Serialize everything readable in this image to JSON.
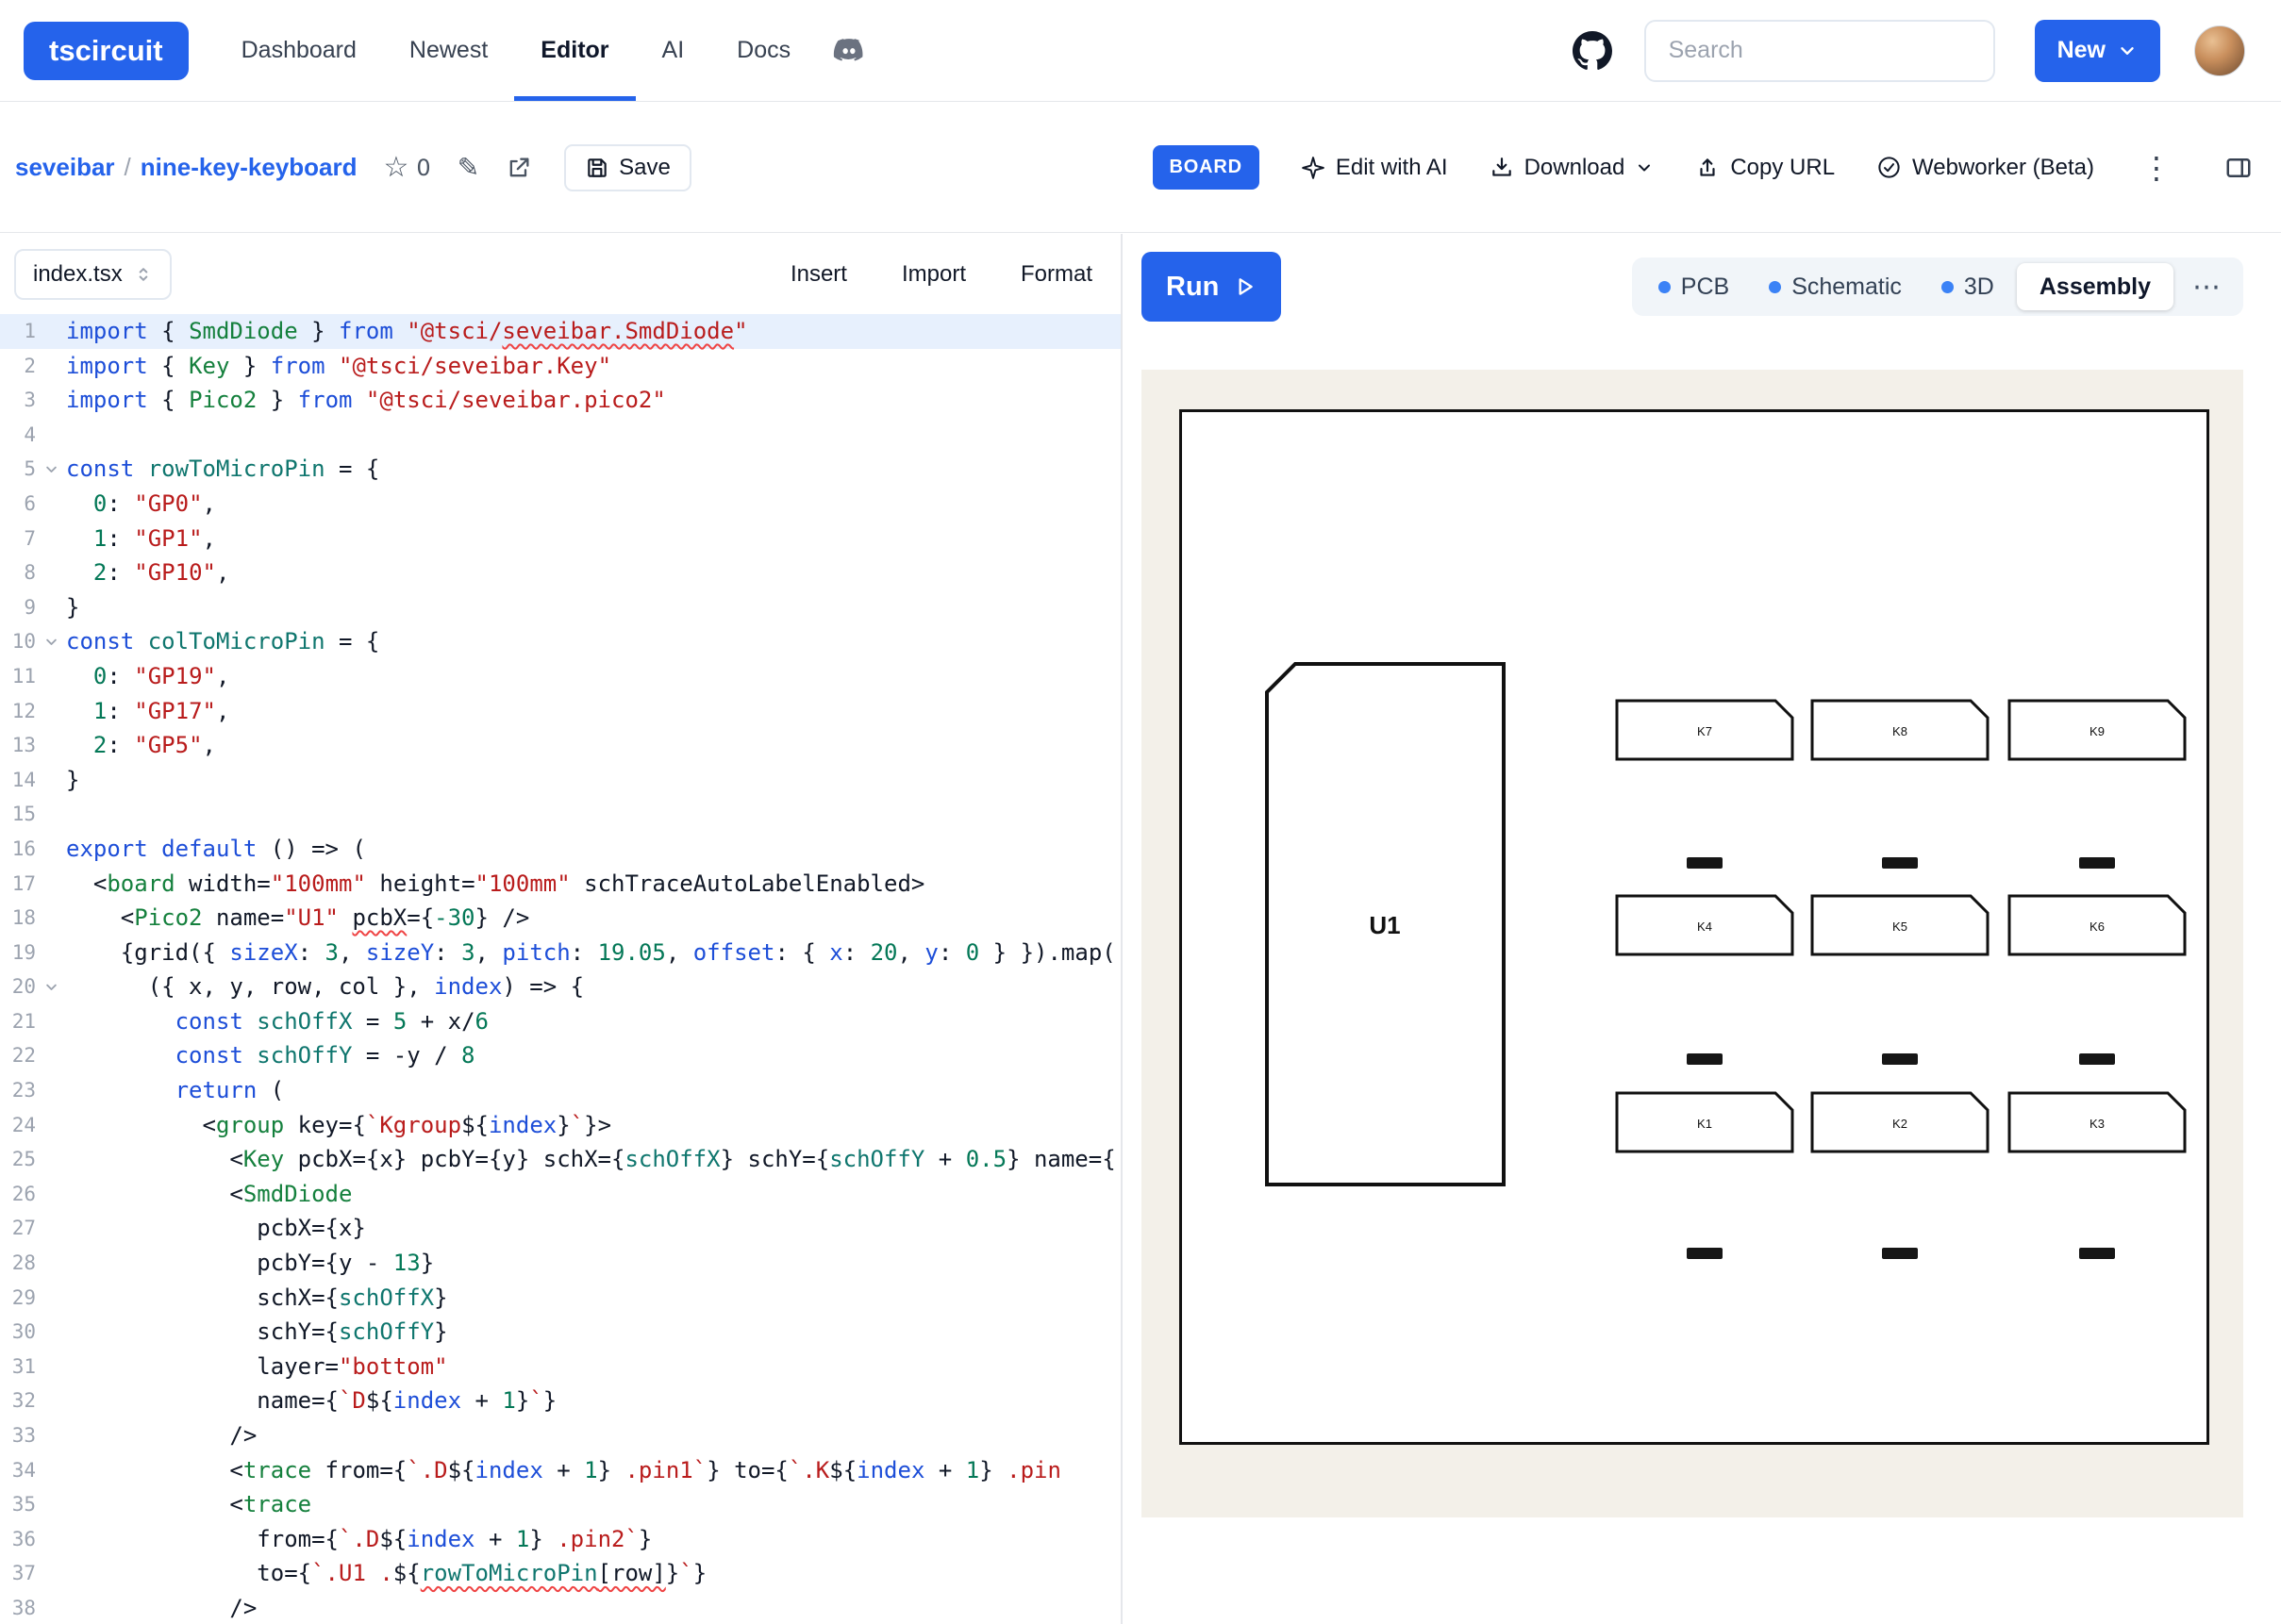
{
  "colors": {
    "accent": "#2563eb",
    "status_dot": "#3b82f6"
  },
  "nav": {
    "logo": "tscircuit",
    "items": [
      {
        "label": "Dashboard",
        "active": false
      },
      {
        "label": "Newest",
        "active": false
      },
      {
        "label": "Editor",
        "active": true
      },
      {
        "label": "AI",
        "active": false
      },
      {
        "label": "Docs",
        "active": false
      }
    ],
    "search_placeholder": "Search",
    "new_label": "New"
  },
  "toolbar": {
    "owner": "seveibar",
    "separator": "/",
    "project": "nine-key-keyboard",
    "star_count": "0",
    "save_label": "Save",
    "board_badge": "BOARD",
    "edit_with_ai_label": "Edit with AI",
    "download_label": "Download",
    "copy_url_label": "Copy URL",
    "webworker_label": "Webworker (Beta)",
    "more_label": "⋮"
  },
  "editor": {
    "file_tab": "index.tsx",
    "actions": [
      "Insert",
      "Import",
      "Format"
    ],
    "lines": [
      {
        "n": 1,
        "active": true,
        "t": [
          [
            "t-kw",
            "import"
          ],
          [
            "t-pl",
            " { "
          ],
          [
            "t-tag",
            "SmdDiode"
          ],
          [
            "t-pl",
            " } "
          ],
          [
            "t-kw",
            "from"
          ],
          [
            "t-pl",
            " "
          ],
          [
            "t-str",
            "\"@tsci/"
          ],
          [
            "t-str sq",
            "seveibar.SmdDiode"
          ],
          [
            "t-str",
            "\""
          ]
        ]
      },
      {
        "n": 2,
        "t": [
          [
            "t-kw",
            "import"
          ],
          [
            "t-pl",
            " { "
          ],
          [
            "t-tag",
            "Key"
          ],
          [
            "t-pl",
            " } "
          ],
          [
            "t-kw",
            "from"
          ],
          [
            "t-pl",
            " "
          ],
          [
            "t-str",
            "\"@tsci/seveibar.Key\""
          ]
        ]
      },
      {
        "n": 3,
        "t": [
          [
            "t-kw",
            "import"
          ],
          [
            "t-pl",
            " { "
          ],
          [
            "t-tag",
            "Pico2"
          ],
          [
            "t-pl",
            " } "
          ],
          [
            "t-kw",
            "from"
          ],
          [
            "t-pl",
            " "
          ],
          [
            "t-str",
            "\"@tsci/seveibar.pico2\""
          ]
        ]
      },
      {
        "n": 4,
        "t": []
      },
      {
        "n": 5,
        "fold": true,
        "t": [
          [
            "t-kw",
            "const"
          ],
          [
            "t-pl",
            " "
          ],
          [
            "t-def",
            "rowToMicroPin"
          ],
          [
            "t-pl",
            " = {"
          ]
        ]
      },
      {
        "n": 6,
        "t": [
          [
            "t-pl",
            "  "
          ],
          [
            "t-num",
            "0"
          ],
          [
            "t-pl",
            ": "
          ],
          [
            "t-str",
            "\"GP0\""
          ],
          [
            "t-pl",
            ","
          ]
        ]
      },
      {
        "n": 7,
        "t": [
          [
            "t-pl",
            "  "
          ],
          [
            "t-num",
            "1"
          ],
          [
            "t-pl",
            ": "
          ],
          [
            "t-str",
            "\"GP1\""
          ],
          [
            "t-pl",
            ","
          ]
        ]
      },
      {
        "n": 8,
        "t": [
          [
            "t-pl",
            "  "
          ],
          [
            "t-num",
            "2"
          ],
          [
            "t-pl",
            ": "
          ],
          [
            "t-str",
            "\"GP10\""
          ],
          [
            "t-pl",
            ","
          ]
        ]
      },
      {
        "n": 9,
        "t": [
          [
            "t-pl",
            "}"
          ]
        ]
      },
      {
        "n": 10,
        "fold": true,
        "t": [
          [
            "t-kw",
            "const"
          ],
          [
            "t-pl",
            " "
          ],
          [
            "t-def",
            "colToMicroPin"
          ],
          [
            "t-pl",
            " = {"
          ]
        ]
      },
      {
        "n": 11,
        "t": [
          [
            "t-pl",
            "  "
          ],
          [
            "t-num",
            "0"
          ],
          [
            "t-pl",
            ": "
          ],
          [
            "t-str",
            "\"GP19\""
          ],
          [
            "t-pl",
            ","
          ]
        ]
      },
      {
        "n": 12,
        "t": [
          [
            "t-pl",
            "  "
          ],
          [
            "t-num",
            "1"
          ],
          [
            "t-pl",
            ": "
          ],
          [
            "t-str",
            "\"GP17\""
          ],
          [
            "t-pl",
            ","
          ]
        ]
      },
      {
        "n": 13,
        "t": [
          [
            "t-pl",
            "  "
          ],
          [
            "t-num",
            "2"
          ],
          [
            "t-pl",
            ": "
          ],
          [
            "t-str",
            "\"GP5\""
          ],
          [
            "t-pl",
            ","
          ]
        ]
      },
      {
        "n": 14,
        "t": [
          [
            "t-pl",
            "}"
          ]
        ]
      },
      {
        "n": 15,
        "t": []
      },
      {
        "n": 16,
        "t": [
          [
            "t-kw",
            "export"
          ],
          [
            "t-pl",
            " "
          ],
          [
            "t-kw",
            "default"
          ],
          [
            "t-pl",
            " () => ("
          ]
        ]
      },
      {
        "n": 17,
        "t": [
          [
            "t-pl",
            "  <"
          ],
          [
            "t-tag",
            "board"
          ],
          [
            "t-pl",
            " width="
          ],
          [
            "t-str",
            "\"100mm\""
          ],
          [
            "t-pl",
            " height="
          ],
          [
            "t-str",
            "\"100mm\""
          ],
          [
            "t-pl",
            " schTraceAutoLabelEnabled>"
          ]
        ]
      },
      {
        "n": 18,
        "t": [
          [
            "t-pl",
            "    <"
          ],
          [
            "t-tag",
            "Pico2"
          ],
          [
            "t-pl",
            " name="
          ],
          [
            "t-str",
            "\"U1\""
          ],
          [
            "t-pl",
            " "
          ],
          [
            "t-pl sq",
            "pcbX"
          ],
          [
            "t-pl",
            "={"
          ],
          [
            "t-num",
            "-30"
          ],
          [
            "t-pl",
            "} />"
          ]
        ]
      },
      {
        "n": 19,
        "t": [
          [
            "t-pl",
            "    {grid({ "
          ],
          [
            "t-blu",
            "sizeX"
          ],
          [
            "t-pl",
            ": "
          ],
          [
            "t-num",
            "3"
          ],
          [
            "t-pl",
            ", "
          ],
          [
            "t-blu",
            "sizeY"
          ],
          [
            "t-pl",
            ": "
          ],
          [
            "t-num",
            "3"
          ],
          [
            "t-pl",
            ", "
          ],
          [
            "t-blu",
            "pitch"
          ],
          [
            "t-pl",
            ": "
          ],
          [
            "t-num",
            "19.05"
          ],
          [
            "t-pl",
            ", "
          ],
          [
            "t-blu",
            "offset"
          ],
          [
            "t-pl",
            ": { "
          ],
          [
            "t-blu",
            "x"
          ],
          [
            "t-pl",
            ": "
          ],
          [
            "t-num",
            "20"
          ],
          [
            "t-pl",
            ", "
          ],
          [
            "t-blu",
            "y"
          ],
          [
            "t-pl",
            ": "
          ],
          [
            "t-num",
            "0"
          ],
          [
            "t-pl",
            " } }).map("
          ]
        ]
      },
      {
        "n": 20,
        "fold": true,
        "t": [
          [
            "t-pl",
            "      ({ x, y, row, col }, "
          ],
          [
            "t-blu",
            "index"
          ],
          [
            "t-pl",
            ") => {"
          ]
        ]
      },
      {
        "n": 21,
        "t": [
          [
            "t-pl",
            "        "
          ],
          [
            "t-kw",
            "const"
          ],
          [
            "t-pl",
            " "
          ],
          [
            "t-def",
            "schOffX"
          ],
          [
            "t-pl",
            " = "
          ],
          [
            "t-num",
            "5"
          ],
          [
            "t-pl",
            " + x/"
          ],
          [
            "t-num",
            "6"
          ]
        ]
      },
      {
        "n": 22,
        "t": [
          [
            "t-pl",
            "        "
          ],
          [
            "t-kw",
            "const"
          ],
          [
            "t-pl",
            " "
          ],
          [
            "t-def",
            "schOffY"
          ],
          [
            "t-pl",
            " = -y / "
          ],
          [
            "t-num",
            "8"
          ]
        ]
      },
      {
        "n": 23,
        "t": [
          [
            "t-pl",
            "        "
          ],
          [
            "t-kw",
            "return"
          ],
          [
            "t-pl",
            " ("
          ]
        ]
      },
      {
        "n": 24,
        "t": [
          [
            "t-pl",
            "          <"
          ],
          [
            "t-tag",
            "group"
          ],
          [
            "t-pl",
            " key={"
          ],
          [
            "t-str",
            "`Kgroup"
          ],
          [
            "t-pl",
            "${"
          ],
          [
            "t-blu",
            "index"
          ],
          [
            "t-pl",
            "}"
          ],
          [
            "t-str",
            "`"
          ],
          [
            "t-pl",
            "}>"
          ]
        ]
      },
      {
        "n": 25,
        "t": [
          [
            "t-pl",
            "            <"
          ],
          [
            "t-tag",
            "Key"
          ],
          [
            "t-pl",
            " pcbX={x} pcbY={y} schX={"
          ],
          [
            "t-def",
            "schOffX"
          ],
          [
            "t-pl",
            "} schY={"
          ],
          [
            "t-def",
            "schOffY"
          ],
          [
            "t-pl",
            " + "
          ],
          [
            "t-num",
            "0.5"
          ],
          [
            "t-pl",
            "} name={"
          ]
        ]
      },
      {
        "n": 26,
        "t": [
          [
            "t-pl",
            "            <"
          ],
          [
            "t-tag",
            "SmdDiode"
          ]
        ]
      },
      {
        "n": 27,
        "t": [
          [
            "t-pl",
            "              pcbX={x}"
          ]
        ]
      },
      {
        "n": 28,
        "t": [
          [
            "t-pl",
            "              pcbY={y - "
          ],
          [
            "t-num",
            "13"
          ],
          [
            "t-pl",
            "}"
          ]
        ]
      },
      {
        "n": 29,
        "t": [
          [
            "t-pl",
            "              schX={"
          ],
          [
            "t-def",
            "schOffX"
          ],
          [
            "t-pl",
            "}"
          ]
        ]
      },
      {
        "n": 30,
        "t": [
          [
            "t-pl",
            "              schY={"
          ],
          [
            "t-def",
            "schOffY"
          ],
          [
            "t-pl",
            "}"
          ]
        ]
      },
      {
        "n": 31,
        "t": [
          [
            "t-pl",
            "              layer="
          ],
          [
            "t-str",
            "\"bottom\""
          ]
        ]
      },
      {
        "n": 32,
        "t": [
          [
            "t-pl",
            "              name={"
          ],
          [
            "t-str",
            "`D"
          ],
          [
            "t-pl",
            "${"
          ],
          [
            "t-blu",
            "index"
          ],
          [
            "t-pl",
            " + "
          ],
          [
            "t-num",
            "1"
          ],
          [
            "t-pl",
            "}"
          ],
          [
            "t-str",
            "`"
          ],
          [
            "t-pl",
            "}"
          ]
        ]
      },
      {
        "n": 33,
        "t": [
          [
            "t-pl",
            "            />"
          ]
        ]
      },
      {
        "n": 34,
        "t": [
          [
            "t-pl",
            "            <"
          ],
          [
            "t-tag",
            "trace"
          ],
          [
            "t-pl",
            " from={"
          ],
          [
            "t-str",
            "`.D"
          ],
          [
            "t-pl",
            "${"
          ],
          [
            "t-blu",
            "index"
          ],
          [
            "t-pl",
            " + "
          ],
          [
            "t-num",
            "1"
          ],
          [
            "t-pl",
            "}"
          ],
          [
            "t-str",
            " .pin1`"
          ],
          [
            "t-pl",
            "} to={"
          ],
          [
            "t-str",
            "`.K"
          ],
          [
            "t-pl",
            "${"
          ],
          [
            "t-blu",
            "index"
          ],
          [
            "t-pl",
            " + "
          ],
          [
            "t-num",
            "1"
          ],
          [
            "t-pl",
            "}"
          ],
          [
            "t-str",
            " .pin"
          ]
        ]
      },
      {
        "n": 35,
        "t": [
          [
            "t-pl",
            "            <"
          ],
          [
            "t-tag",
            "trace"
          ]
        ]
      },
      {
        "n": 36,
        "t": [
          [
            "t-pl",
            "              from={"
          ],
          [
            "t-str",
            "`.D"
          ],
          [
            "t-pl",
            "${"
          ],
          [
            "t-blu",
            "index"
          ],
          [
            "t-pl",
            " + "
          ],
          [
            "t-num",
            "1"
          ],
          [
            "t-pl",
            "}"
          ],
          [
            "t-str",
            " .pin2`"
          ],
          [
            "t-pl",
            "}"
          ]
        ]
      },
      {
        "n": 37,
        "t": [
          [
            "t-pl",
            "              to={"
          ],
          [
            "t-str",
            "`.U1 ."
          ],
          [
            "t-pl",
            "${"
          ],
          [
            "t-def sq",
            "rowToMicroPin"
          ],
          [
            "t-pl sq",
            "[row]"
          ],
          [
            "t-pl",
            "}"
          ],
          [
            "t-str",
            "`"
          ],
          [
            "t-pl",
            "}"
          ]
        ]
      },
      {
        "n": 38,
        "t": [
          [
            "t-pl",
            "            />"
          ]
        ]
      }
    ]
  },
  "preview": {
    "run_label": "Run",
    "tabs": [
      {
        "label": "PCB",
        "dot": true,
        "active": false
      },
      {
        "label": "Schematic",
        "dot": true,
        "active": false
      },
      {
        "label": "3D",
        "dot": true,
        "active": false
      },
      {
        "label": "Assembly",
        "dot": false,
        "active": true
      }
    ],
    "tabs_more": "⋯",
    "board": {
      "u1_label": "U1",
      "keys": [
        [
          "K7",
          0,
          0
        ],
        [
          "K8",
          1,
          0
        ],
        [
          "K9",
          2,
          0
        ],
        [
          "K4",
          0,
          1
        ],
        [
          "K5",
          1,
          1
        ],
        [
          "K6",
          2,
          1
        ],
        [
          "K1",
          0,
          2
        ],
        [
          "K2",
          1,
          2
        ],
        [
          "K3",
          2,
          2
        ]
      ],
      "diode_grid": {
        "cols": 3,
        "rows": 3
      }
    }
  }
}
